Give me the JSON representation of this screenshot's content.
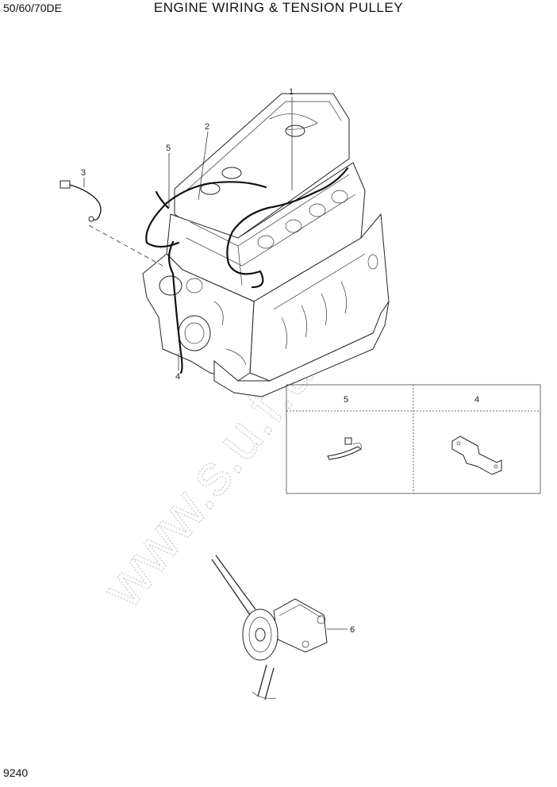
{
  "header": {
    "model": "50/60/70DE",
    "title": "ENGINE WIRING & TENSION PULLEY"
  },
  "footer": {
    "page": "9240"
  },
  "callouts": [
    "1",
    "2",
    "3",
    "4",
    "5",
    "6"
  ],
  "detail_box": {
    "col1": "5",
    "col2": "4"
  },
  "watermark": "www.s.u.f.u"
}
